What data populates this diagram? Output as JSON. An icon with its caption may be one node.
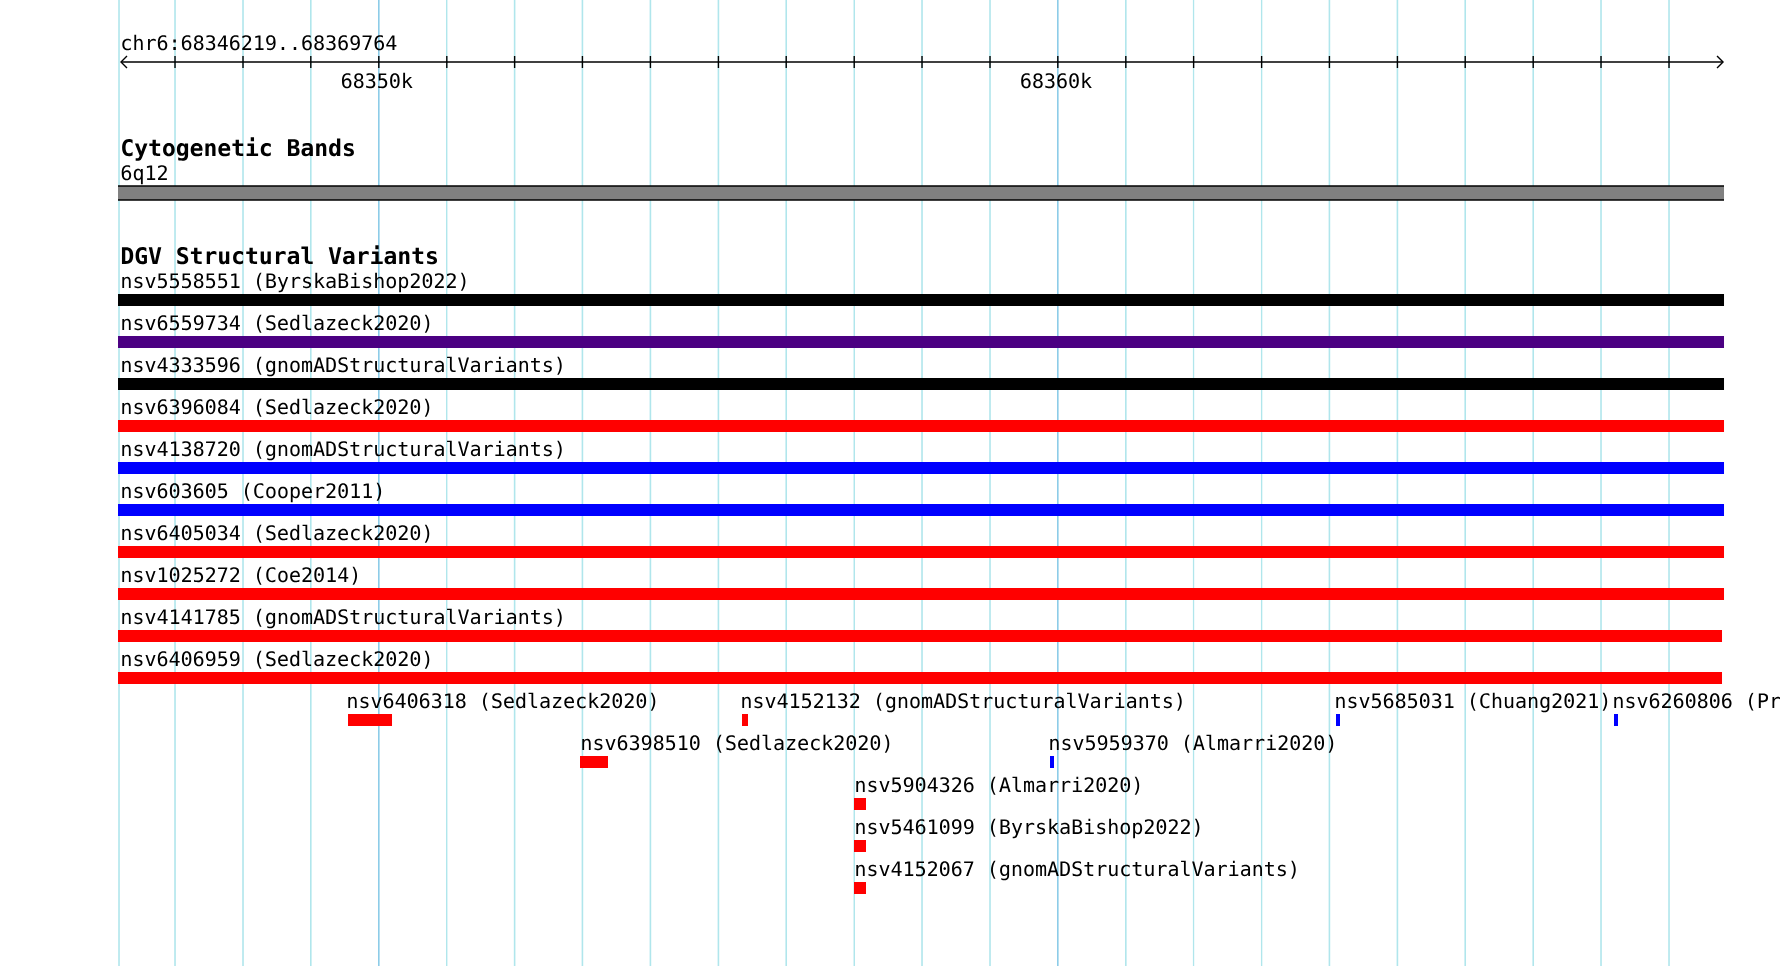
{
  "diagram": {
    "nodes": [
      {
        "text": [
          "6q12"
        ]
      },
      {
        "text": [
          "nsv5558551 (ByrskaBishop2022)"
        ]
      },
      {
        "text": [
          "nsv6559734 (Sedlazeck2020)"
        ]
      },
      {
        "text": [
          "nsv4333596 (gnomADStructuralVariants)"
        ]
      },
      {
        "text": [
          "nsv6396084 (Sedlazeck2020)"
        ]
      },
      {
        "text": [
          "nsv4138720 (gnomADStructuralVariants)"
        ]
      },
      {
        "text": [
          "nsv603605 (Cooper2011)"
        ]
      },
      {
        "text": [
          "nsv6405034 (Sedlazeck2020)"
        ]
      },
      {
        "text": [
          "nsv1025272 (Coe2014)"
        ]
      },
      {
        "text": [
          "nsv4141785 (gnomADStructuralVariants)"
        ]
      },
      {
        "text": [
          "nsv6406959 (Sedlazeck2020)"
        ]
      },
      {
        "text": [
          "nsv6406318 (Sedlazeck2020)"
        ]
      },
      {
        "text": [
          "nsv4152132 (gnomADStructuralVariants)"
        ]
      },
      {
        "text": [
          "nsv5685031 (Chuang2021)"
        ]
      },
      {
        "text": [
          "nsv6260806 (Pr"
        ]
      },
      {
        "text": [
          "nsv6398510 (Sedlazeck2020)"
        ]
      },
      {
        "text": [
          "nsv5959370 (Almarri2020)"
        ]
      },
      {
        "text": [
          "nsv5904326 (Almarri2020)"
        ]
      },
      {
        "text": [
          "nsv5461099 (ByrskaBishop2022)"
        ]
      },
      {
        "text": [
          "nsv4152067 (gnomADStructuralVariants)"
        ]
      }
    ],
    "labels": [
      "chr6:68346219..68369764",
      "68350k",
      "68360k",
      "Cytogenetic Bands",
      "DGV Structural Variants"
    ]
  }
}
